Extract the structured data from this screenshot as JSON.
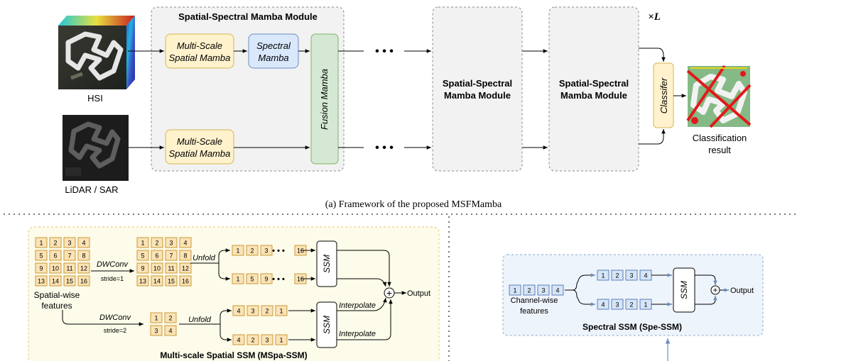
{
  "colors": {
    "module_fill": "#f2f2f2",
    "module_border": "#888888",
    "yellow_fill": "#fff2cc",
    "yellow_border": "#d6b656",
    "blue_fill": "#dae8fc",
    "blue_border": "#6c8ebf",
    "green_fill": "#d5e8d4",
    "green_border": "#82b366",
    "mspa_bg": "#fdfbe9",
    "mspa_border": "#e0c878",
    "spe_bg": "#eef4fb",
    "spe_border": "#8aaad0",
    "cell_yellow": "#fbe3b5",
    "cell_yellow_border": "#c99a3c",
    "cell_blue": "#d6e5f7",
    "cell_blue_border": "#5b80b8"
  },
  "framework": {
    "hsi_label": "HSI",
    "lidar_label": "LiDAR / SAR",
    "module_title": "Spatial-Spectral Mamba Module",
    "ms_spatial_top_1": "Multi-Scale",
    "ms_spatial_top_2": "Spatial Mamba",
    "spectral_1": "Spectral",
    "spectral_2": "Mamba",
    "ms_spatial_bot_1": "Multi-Scale",
    "ms_spatial_bot_2": "Spatial Mamba",
    "fusion": "Fusion Mamba",
    "dots_top": "• • •",
    "dots_bot": "• • •",
    "module2_1": "Spatial-Spectral",
    "module2_2": "Mamba Module",
    "module3_1": "Spatial-Spectral",
    "module3_2": "Mamba Module",
    "times_l": "×L",
    "classifier": "Classifer",
    "result_1": "Classification",
    "result_2": "result",
    "caption": "(a) Framework of the proposed MSFMamba"
  },
  "mspa": {
    "grid1": [
      "1",
      "2",
      "3",
      "4",
      "5",
      "6",
      "7",
      "8",
      "9",
      "10",
      "11",
      "12",
      "13",
      "14",
      "15",
      "16"
    ],
    "grid2": [
      "1",
      "2",
      "3",
      "4",
      "5",
      "6",
      "7",
      "8",
      "9",
      "10",
      "11",
      "12",
      "13",
      "14",
      "15",
      "16"
    ],
    "grid_small": [
      "1",
      "2",
      "3",
      "4"
    ],
    "features_1": "Spatial-wise",
    "features_2": "features",
    "dwconv1": "DWConv",
    "stride1": "stride=1",
    "dwconv2": "DWConv",
    "stride2": "stride=2",
    "unfold1": "Unfold",
    "unfold2": "Unfold",
    "seq_a": [
      "1",
      "2",
      "3",
      "16"
    ],
    "seq_b": [
      "1",
      "5",
      "9",
      "16"
    ],
    "seq_c": [
      "4",
      "3",
      "2",
      "1"
    ],
    "seq_d": [
      "4",
      "2",
      "3",
      "1"
    ],
    "ellipsis": "• • •",
    "ssm1": "SSM",
    "ssm2": "SSM",
    "interp1": "Interpolate",
    "interp2": "Interpolate",
    "plus": "+",
    "output": "Output",
    "title": "Multi-scale Spatial SSM (MSpa-SSM)"
  },
  "spe": {
    "input": [
      "1",
      "2",
      "3",
      "4"
    ],
    "features_1": "Channel-wise",
    "features_2": "features",
    "seq_top": [
      "1",
      "2",
      "3",
      "4"
    ],
    "seq_bot": [
      "4",
      "3",
      "2",
      "1"
    ],
    "ssm": "SSM",
    "plus": "+",
    "output": "Output",
    "title": "Spectral SSM (Spe-SSM)"
  }
}
